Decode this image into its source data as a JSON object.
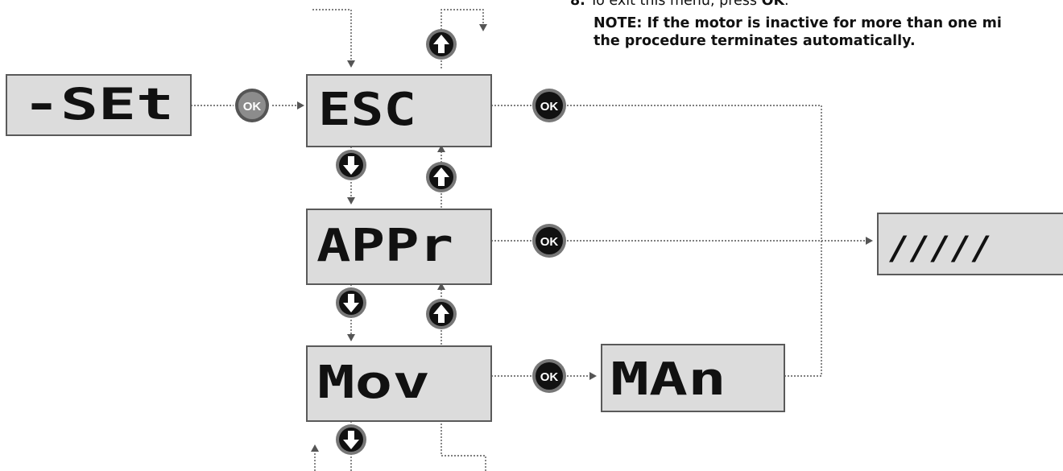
{
  "note": {
    "step_number": "8.",
    "step_text": "To exit this menu, press",
    "step_key": "OK",
    "step_end": ".",
    "warning_line1": "NOTE: If the motor is inactive for more than one mi",
    "warning_line2": "the procedure terminates automatically."
  },
  "displays": {
    "set": "-SEt",
    "esc": "ESC",
    "appr": "APPr",
    "mov": "Mov",
    "man": "MAn",
    "progress": "/////"
  },
  "buttons": {
    "ok": "OK"
  },
  "colors": {
    "display_fill": "#dcdcdc",
    "display_border": "#5a5a5a",
    "connector": "#555555",
    "ok_first_fill": "#8c8c8c",
    "button_fill": "#111111"
  }
}
